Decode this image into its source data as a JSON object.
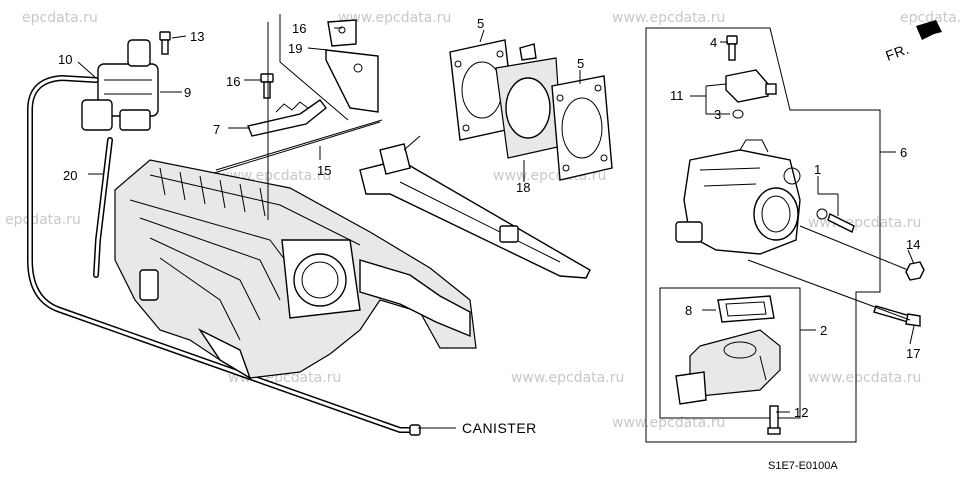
{
  "watermark": "www.epcdata.ru",
  "watermark_short": "epcdata.ru",
  "callouts": {
    "c1": "1",
    "c2": "2",
    "c3": "3",
    "c4": "4",
    "c5a": "5",
    "c5b": "5",
    "c6": "6",
    "c7": "7",
    "c8": "8",
    "c9": "9",
    "c10": "10",
    "c11": "11",
    "c12": "12",
    "c13": "13",
    "c14": "14",
    "c15": "15",
    "c16a": "16",
    "c16b": "16",
    "c17": "17",
    "c18": "18",
    "c19": "19",
    "c20": "20"
  },
  "canister_label": "CANISTER",
  "direction_label": "FR.",
  "diagram_code": "S1E7-E0100A"
}
